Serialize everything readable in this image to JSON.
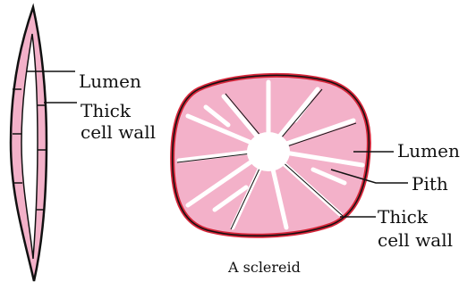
{
  "labels": {
    "fibre_lumen": "Lumen",
    "fibre_wall_line1": "Thick",
    "fibre_wall_line2": "cell wall",
    "sclereid_lumen": "Lumen",
    "sclereid_pith": "Pith",
    "sclereid_wall_line1": "Thick",
    "sclereid_wall_line2": "cell wall",
    "caption": "A sclereid"
  },
  "colors": {
    "cell_fill": "#f3b1c9",
    "wall_red": "#d6263a",
    "outline": "#111111"
  }
}
